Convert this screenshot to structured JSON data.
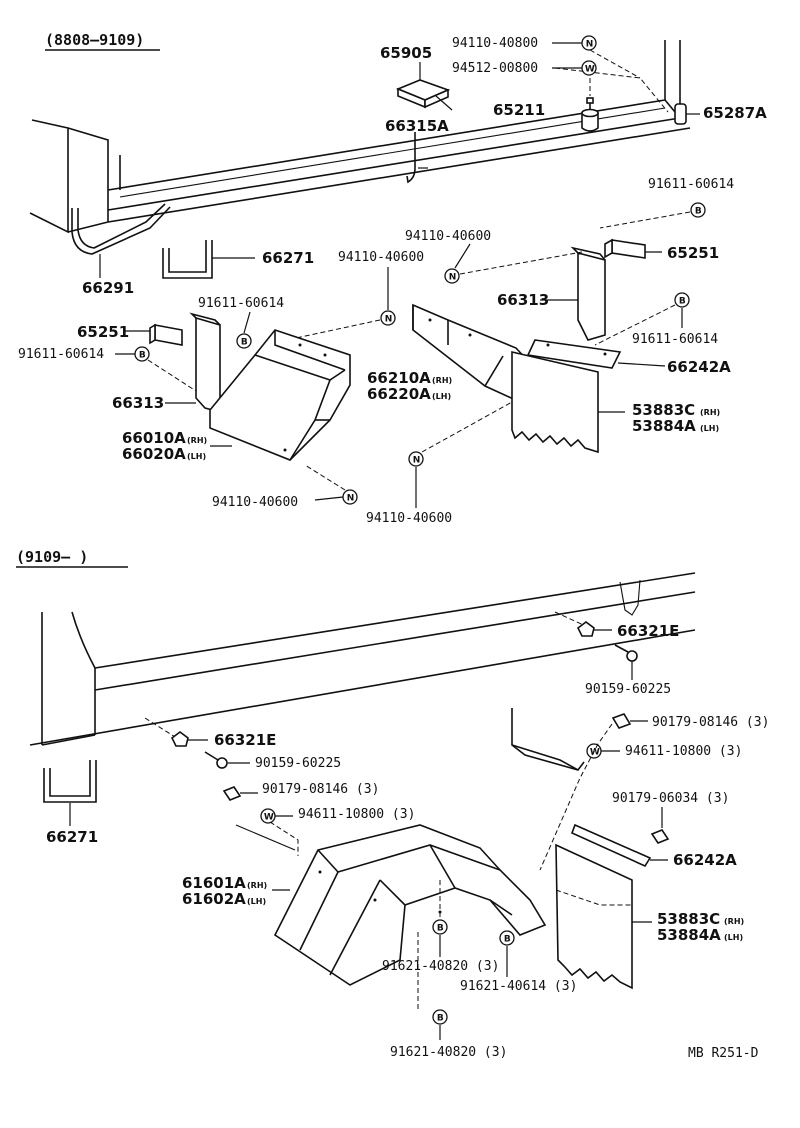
{
  "diagram_code": "MB R251-D",
  "sections": [
    {
      "range": "(8808–9109)"
    },
    {
      "range": "(9109–        )"
    }
  ],
  "section1_labels": {
    "p65905": "65905",
    "p94110_40800": "94110-40800",
    "p94512_00800": "94512-00800",
    "p65211": "65211",
    "p65287A": "65287A",
    "p66315A": "66315A",
    "p91611_60614_top": "91611-60614",
    "p94110_40600_a": "94110-40600",
    "p65251_right": "65251",
    "p66291": "66291",
    "p66271": "66271",
    "p94110_40600_b": "94110-40600",
    "p66313_right": "66313",
    "p91611_60614_c": "91611-60614",
    "p65251_left": "65251",
    "p91611_60614_b": "91611-60614",
    "p91611_60614_left": "91611-60614",
    "p66242A": "66242A",
    "p66210A": "66210A",
    "p66220A": "66220A",
    "p66313_left": "66313",
    "p53883C": "53883C",
    "p53884A": "53884A",
    "p66010A": "66010A",
    "p66020A": "66020A",
    "p94110_40600_c": "94110-40600",
    "p94110_40600_d": "94110-40600"
  },
  "section2_labels": {
    "p66321E_right": "66321E",
    "p90159_60225_right": "90159-60225",
    "p90179_08146_right": "90179-08146 (3)",
    "p94611_10800_right": "94611-10800 (3)",
    "p66321E_left": "66321E",
    "p90159_60225_left": "90159-60225",
    "p90179_08146_left": "90179-08146 (3)",
    "p94611_10800_left": "94611-10800 (3)",
    "p90179_06034": "90179-06034 (3)",
    "p66271": "66271",
    "p66242A": "66242A",
    "p61601A": "61601A",
    "p61602A": "61602A",
    "p53883C": "53883C",
    "p53884A": "53884A",
    "p91621_40820_a": "91621-40820 (3)",
    "p91621_40614": "91621-40614 (3)",
    "p91621_40820_b": "91621-40820 (3)"
  },
  "side_tags": {
    "rh": "(RH)",
    "lh": "(LH)"
  },
  "symbols": {
    "nut": "N",
    "washer": "W",
    "bolt": "B"
  }
}
